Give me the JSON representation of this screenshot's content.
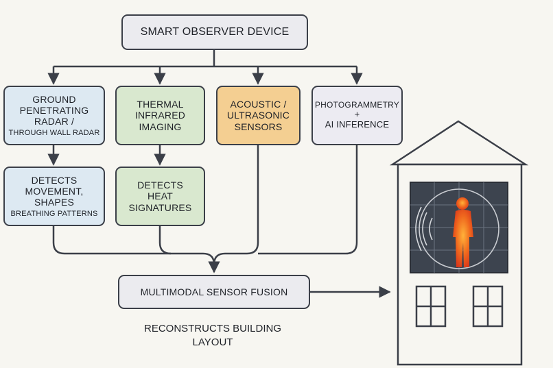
{
  "title": "SMART OBSERVER DEVICE",
  "sensors": [
    {
      "lines": [
        "GROUND",
        "PENETRATING",
        "RADAR /",
        "THROUGH WALL RADAR"
      ],
      "color": "#dde9f2"
    },
    {
      "lines": [
        "THERMAL",
        "INFRARED",
        "IMAGING"
      ],
      "color": "#d9e8cf"
    },
    {
      "lines": [
        "ACOUSTIC /",
        "ULTRASONIC",
        "SENSORS"
      ],
      "color": "#f4cf92"
    },
    {
      "lines": [
        "PHOTOGRAMMETRY",
        "+",
        "AI INFERENCE"
      ],
      "color": "#ecebf2"
    }
  ],
  "detections": [
    {
      "lines": [
        "DETECTS",
        "MOVEMENT,",
        "SHAPES",
        "BREATHING PATTERNS"
      ],
      "color": "#dde9f2"
    },
    {
      "lines": [
        "DETECTS",
        "HEAT",
        "SIGNATURES"
      ],
      "color": "#d9e8cf"
    }
  ],
  "fusion": "MULTIMODAL SENSOR FUSION",
  "caption": [
    "RECONSTRUCTS BUILDING",
    "LAYOUT"
  ],
  "colors": {
    "line": "#3b3f48",
    "box_default": "#ebebef",
    "thermal_body": "#e85a1c",
    "screen_bg": "#3d444f"
  }
}
